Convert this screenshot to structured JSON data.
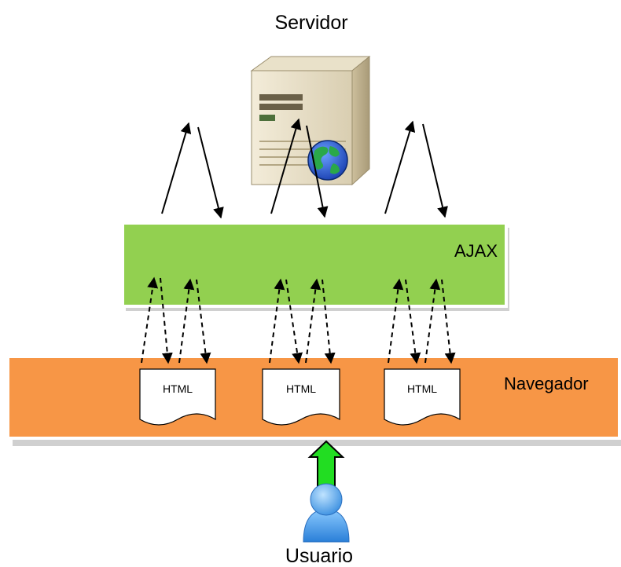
{
  "diagram": {
    "server": {
      "label": "Servidor",
      "icon": "server-globe-icon"
    },
    "ajax": {
      "label": "AJAX",
      "fill": "#92d050"
    },
    "browser": {
      "label": "Navegador",
      "fill": "#f79646"
    },
    "documents": [
      {
        "label": "HTML"
      },
      {
        "label": "HTML"
      },
      {
        "label": "HTML"
      }
    ],
    "user": {
      "label": "Usuario",
      "icon": "user-icon",
      "arrow_color": "#22dd22"
    }
  }
}
